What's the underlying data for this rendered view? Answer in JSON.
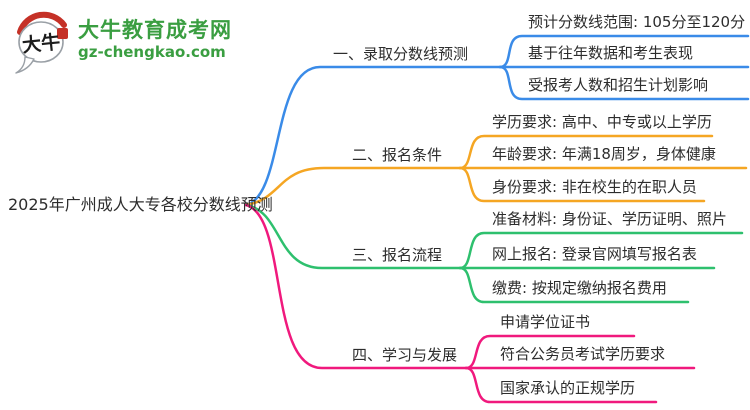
{
  "logo": {
    "brand": "大牛教育成考网",
    "domain": "gz-chengkao.com",
    "bubble_text": "大牛",
    "brand_color": "#3a9e41",
    "seal_red": "#c53127"
  },
  "root": {
    "label": "2025年广州成人大专各校分数线预测"
  },
  "branches": [
    {
      "label": "一、录取分数线预测",
      "color": "#3a8be8",
      "children": [
        "预计分数线范围: 105分至120分",
        "基于往年数据和考生表现",
        "受报考人数和招生计划影响"
      ]
    },
    {
      "label": "二、报名条件",
      "color": "#f5a623",
      "children": [
        "学历要求: 高中、中专或以上学历",
        "年龄要求: 年满18周岁，身体健康",
        "身份要求: 非在校生的在职人员"
      ]
    },
    {
      "label": "三、报名流程",
      "color": "#2ec06e",
      "children": [
        "准备材料: 身份证、学历证明、照片",
        "网上报名: 登录官网填写报名表",
        "缴费: 按规定缴纳报名费用"
      ]
    },
    {
      "label": "四、学习与发展",
      "color": "#f0197d",
      "children": [
        "申请学位证书",
        "符合公务员考试学历要求",
        "国家承认的正规学历"
      ]
    }
  ]
}
